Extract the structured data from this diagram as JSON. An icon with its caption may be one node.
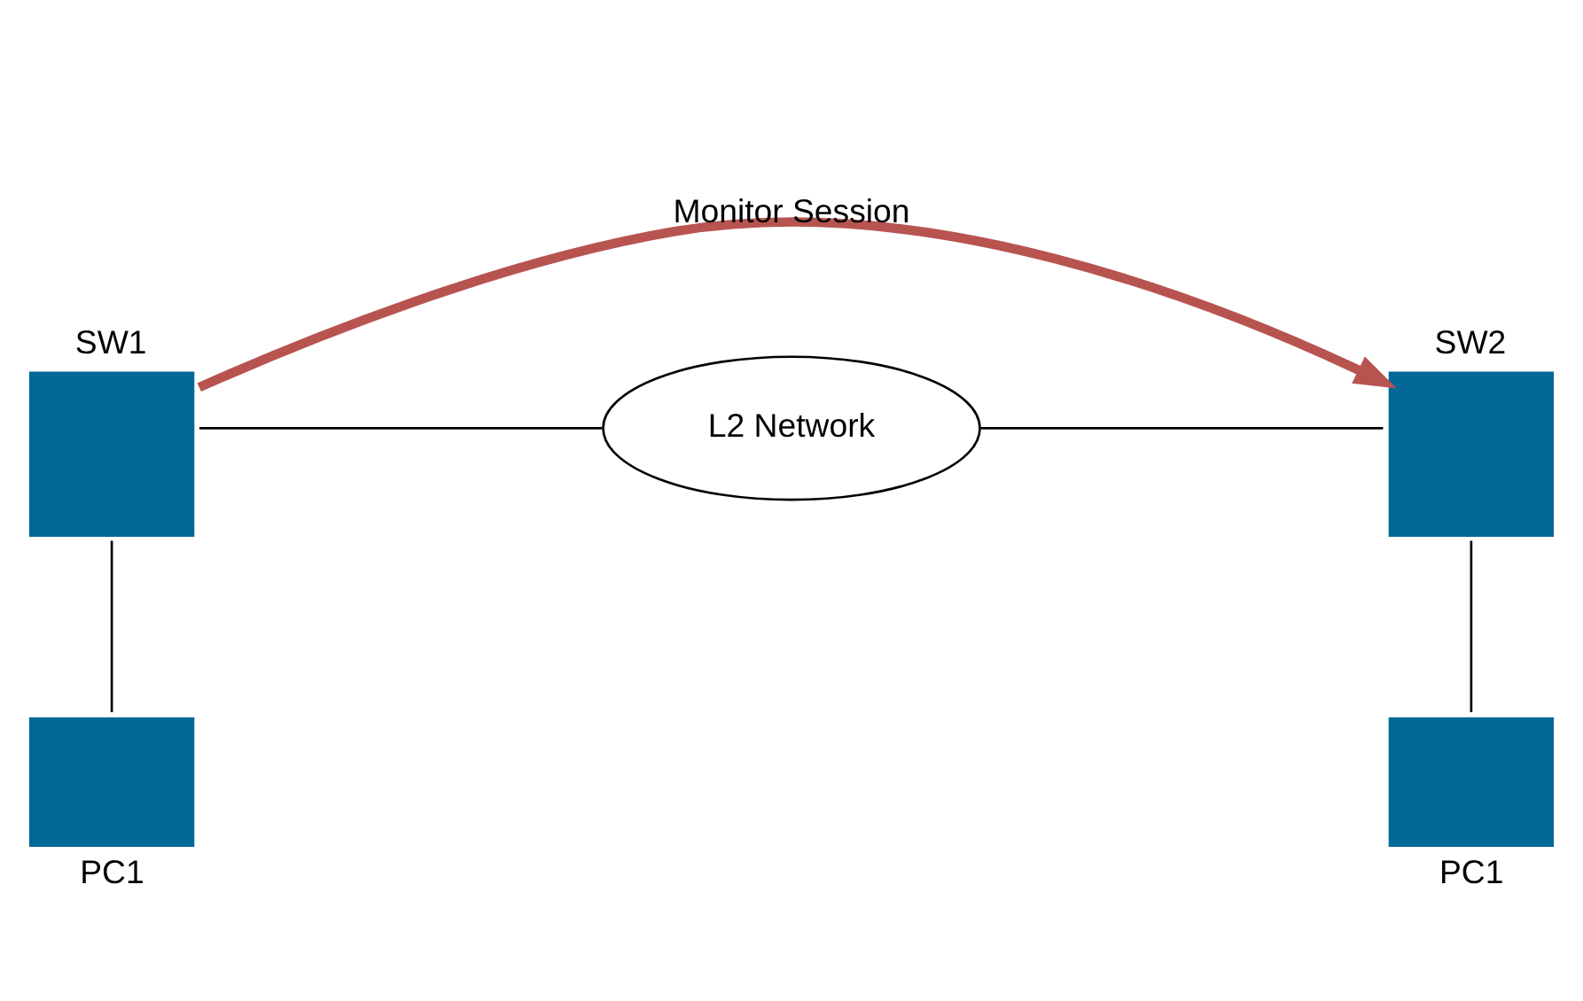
{
  "diagram": {
    "nodes": [
      {
        "text": [
          "SW1"
        ]
      },
      {
        "text": [
          "L2 Network"
        ]
      },
      {
        "text": [
          "SW2"
        ]
      },
      {
        "text": [
          "PC1"
        ]
      },
      {
        "text": [
          "PC1"
        ]
      }
    ],
    "edges": [
      {
        "from": 0,
        "to": 1,
        "arrow": "none"
      },
      {
        "from": 1,
        "to": 2,
        "arrow": "none"
      },
      {
        "from": 0,
        "to": 3,
        "arrow": "none"
      },
      {
        "from": 2,
        "to": 4,
        "arrow": "none"
      },
      {
        "from": 0,
        "to": 2,
        "arrow": "to",
        "label": "Monitor Session",
        "style": "thick",
        "color": "#b85450"
      }
    ]
  }
}
